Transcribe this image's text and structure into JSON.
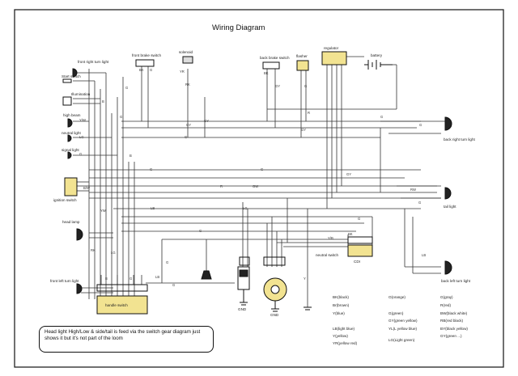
{
  "title": "Wiring Diagram",
  "note": "Head light High/Low & side/tail is feed via the switch gear diagram just shows it but it's not part of the loom",
  "components": {
    "front_right_turn_light": "front right turn light",
    "start_switch": "Start switch",
    "illumination": "Illumination",
    "high_beam": "high beam",
    "neutral_light": "neutral light",
    "signal_light": "signal light",
    "ignition_switch": "ignition switch",
    "head_lamp": "head lamp",
    "front_left_turn_light": "front left turn light",
    "handle_switch": "handle switch",
    "front_brake_switch": "front brake switch",
    "solenoid": "solenoid",
    "back_brake_switch": "back brake switch",
    "flasher": "flasher",
    "regulator": "regulator",
    "battery": "battery",
    "back_right_turn_light": "back right turn light",
    "tail_light": "tail light",
    "back_left_turn_light": "back left turn light",
    "neutral_switch": "neutral switch",
    "cdi": "CDI",
    "gnd_1": "GND",
    "gnd_2": "GND",
    "horn": "horn"
  },
  "wire_labels": {
    "bk1": "BK",
    "g1": "G",
    "yr1": "YR",
    "rk1": "RK",
    "g2": "G",
    "b1": "B",
    "bk2": "BK",
    "gy1": "GY",
    "g3": "G",
    "g4": "G",
    "gy2": "GY",
    "r1": "R",
    "gy3": "GY",
    "g5": "G",
    "yw1": "Y/W",
    "lg1": "LG",
    "g6": "G",
    "g7": "G",
    "gy4": "GY",
    "g8": "G",
    "b2": "B",
    "g9": "G",
    "bw1": "B/W",
    "g10": "G",
    "r2": "R",
    "gw1": "GW",
    "lb1": "LB",
    "lg2": "LG",
    "yw2": "YW",
    "gy5": "GY",
    "rw1": "RW",
    "g11": "G",
    "g12": "G",
    "rk2": "RK",
    "lg3": "LG",
    "lb2": "LB",
    "yb1": "Y/B",
    "g13": "G",
    "bk3": "BK",
    "g14": "G",
    "y1": "Y",
    "lb3": "LB",
    "g15": "G",
    "b3": "B",
    "g16": "G"
  },
  "legend": [
    "BK(black)",
    "O(orange)",
    "G(gray)",
    "Br(brown)",
    "R(red)",
    "Y(blue)",
    "G(green)",
    "BW(black white)",
    "GY(green yellow)",
    "RB(red black)",
    "LB(light blue)",
    "YL(L yellow blue)",
    "BY(black yellow)",
    "Y(yellow)",
    "GY(green ...)",
    "YR(yellow red)",
    "LG(Light green)"
  ]
}
